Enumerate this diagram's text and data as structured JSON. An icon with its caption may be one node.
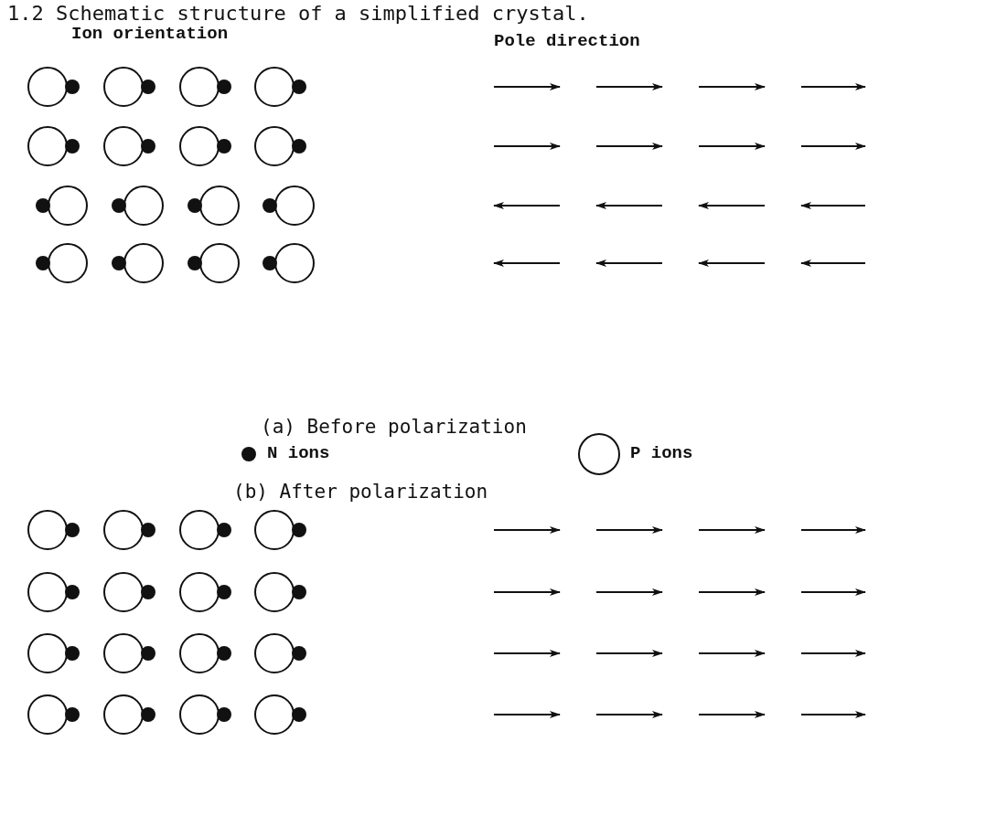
{
  "diagram": {
    "title": "1.2 Schematic structure of a simplified crystal.",
    "labels": [
      "Ion orientation",
      "Pole direction",
      "(a) Before polarization",
      "(b) After polarization"
    ],
    "legend": [
      {
        "text": "N ions"
      },
      {
        "text": "P ions"
      }
    ]
  }
}
